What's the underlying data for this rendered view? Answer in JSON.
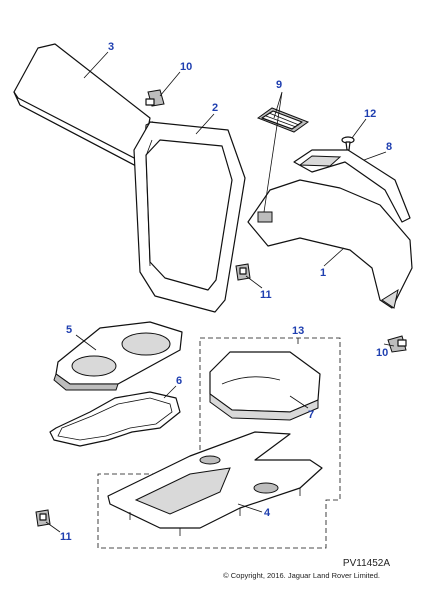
{
  "callouts": [
    {
      "id": "3",
      "label": "3"
    },
    {
      "id": "10a",
      "label": "10"
    },
    {
      "id": "2",
      "label": "2"
    },
    {
      "id": "9",
      "label": "9"
    },
    {
      "id": "12",
      "label": "12"
    },
    {
      "id": "8",
      "label": "8"
    },
    {
      "id": "1",
      "label": "1"
    },
    {
      "id": "11a",
      "label": "11"
    },
    {
      "id": "10b",
      "label": "10"
    },
    {
      "id": "13",
      "label": "13"
    },
    {
      "id": "5",
      "label": "5"
    },
    {
      "id": "6",
      "label": "6"
    },
    {
      "id": "7",
      "label": "7"
    },
    {
      "id": "4",
      "label": "4"
    },
    {
      "id": "11b",
      "label": "11"
    }
  ],
  "reference_code": "PV11452A",
  "copyright": "© Copyright, 2016. Jaguar Land Rover Limited.",
  "colors": {
    "callout": "#1f3fb0",
    "line": "#111111",
    "shade": "#d9d9d9"
  }
}
